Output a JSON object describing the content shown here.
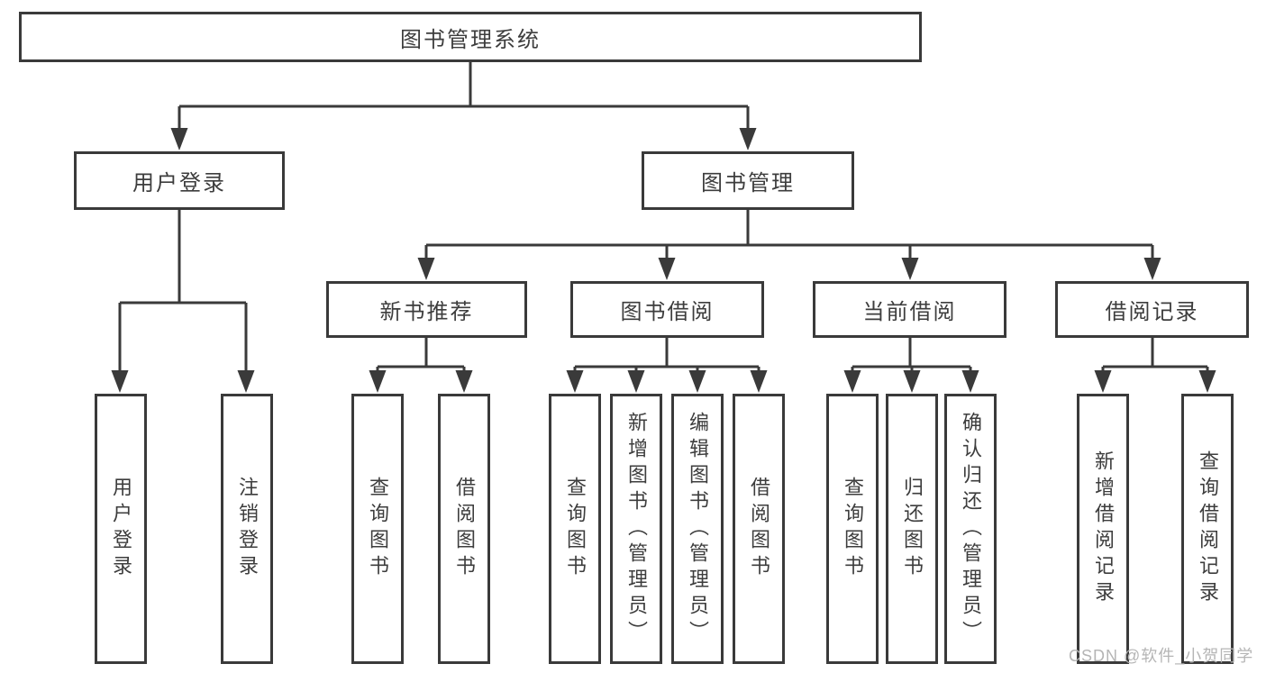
{
  "diagram": {
    "root": {
      "label": "图书管理系统"
    },
    "branches": [
      {
        "label": "用户登录",
        "leaves": [
          {
            "label": "用户登录"
          },
          {
            "label": "注销登录"
          }
        ]
      },
      {
        "label": "图书管理",
        "sections": [
          {
            "label": "新书推荐",
            "leaves": [
              {
                "label": "查询图书"
              },
              {
                "label": "借阅图书"
              }
            ]
          },
          {
            "label": "图书借阅",
            "leaves": [
              {
                "label": "查询图书"
              },
              {
                "label": "新增图书（管理员）"
              },
              {
                "label": "编辑图书（管理员）"
              },
              {
                "label": "借阅图书"
              }
            ]
          },
          {
            "label": "当前借阅",
            "leaves": [
              {
                "label": "查询图书"
              },
              {
                "label": "归还图书"
              },
              {
                "label": "确认归还（管理员）"
              }
            ]
          },
          {
            "label": "借阅记录",
            "leaves": [
              {
                "label": "新增借阅记录"
              },
              {
                "label": "查询借阅记录"
              }
            ]
          }
        ]
      }
    ]
  },
  "watermark": {
    "text": "CSDN @软件_小贺同学"
  },
  "colors": {
    "line": "#3a3a3a",
    "border": "#3a3a3a",
    "text": "#3d3d3d",
    "watermark": "#b5b5b5",
    "background": "#ffffff"
  }
}
